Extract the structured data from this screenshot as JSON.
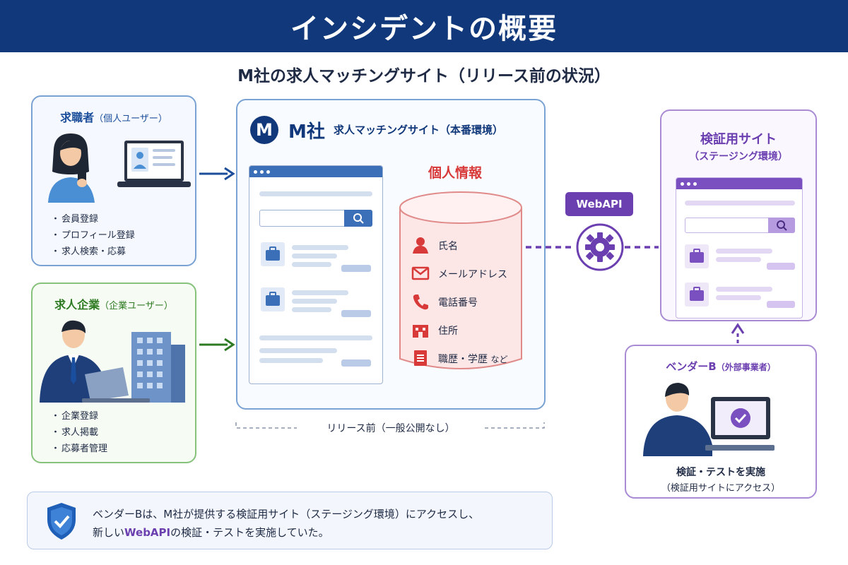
{
  "title": "インシデントの概要",
  "subtitle": "M社の求人マッチングサイト（リリース前の状況）",
  "seeker": {
    "title": "求職者",
    "subtitle": "（個人ユーザー）",
    "items": [
      "会員登録",
      "プロフィール登録",
      "求人検索・応募"
    ]
  },
  "company": {
    "title": "求人企業",
    "subtitle": "（企業ユーザー）",
    "items": [
      "企業登録",
      "求人掲載",
      "応募者管理"
    ]
  },
  "main_site": {
    "logo": "M",
    "name": "M社",
    "label": "求人マッチングサイト（本番環境）",
    "personal_info_title": "個人情報",
    "personal_info": [
      "氏名",
      "メールアドレス",
      "電話番号",
      "住所",
      "職歴・学歴"
    ],
    "personal_info_suffix": "など",
    "release_note": "リリース前（一般公開なし）"
  },
  "webapi_label": "WebAPI",
  "staging": {
    "title": "検証用サイト",
    "subtitle": "（ステージング環境）"
  },
  "vendor": {
    "title": "ベンダーB",
    "subtitle": "（外部事業者）",
    "action": "検証・テストを実施",
    "action_detail": "（検証用サイトにアクセス）"
  },
  "note": {
    "line1": "ベンダーBは、M社が提供する検証用サイト（ステージング環境）にアクセスし、",
    "line2_prefix": "新しい",
    "line2_highlight": "WebAPI",
    "line2_suffix": "の検証・テストを実施していた。"
  },
  "colors": {
    "navy": "#10387a",
    "blue_border": "#7aa3d4",
    "green_border": "#86c27c",
    "purple": "#6b3fb0",
    "red": "#d83a3a"
  }
}
